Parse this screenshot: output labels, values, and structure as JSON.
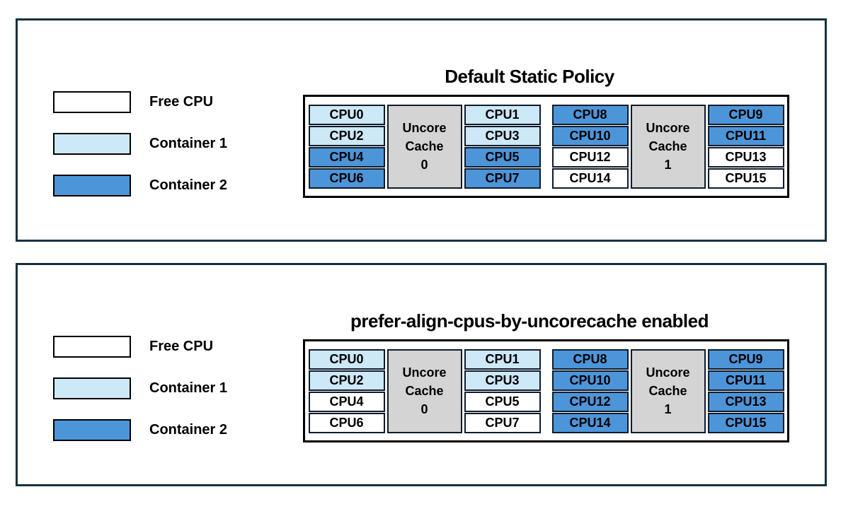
{
  "colors": {
    "free": "#ffffff",
    "container1": "#cde8f7",
    "container2": "#4d95d9",
    "uncore_cache": "#d4d4d4",
    "panel_border": "#16323e",
    "cell_border": "#0e1b2a"
  },
  "legend": {
    "items": [
      {
        "label": "Free CPU",
        "state": "free"
      },
      {
        "label": "Container 1",
        "state": "container1"
      },
      {
        "label": "Container 2",
        "state": "container2"
      }
    ]
  },
  "panels": [
    {
      "title": "Default Static Policy",
      "groups": [
        {
          "cache_lines": [
            "Uncore",
            "Cache",
            "0"
          ],
          "left_cpus": [
            {
              "label": "CPU0",
              "state": "container1"
            },
            {
              "label": "CPU2",
              "state": "container1"
            },
            {
              "label": "CPU4",
              "state": "container2"
            },
            {
              "label": "CPU6",
              "state": "container2"
            }
          ],
          "right_cpus": [
            {
              "label": "CPU1",
              "state": "container1"
            },
            {
              "label": "CPU3",
              "state": "container1"
            },
            {
              "label": "CPU5",
              "state": "container2"
            },
            {
              "label": "CPU7",
              "state": "container2"
            }
          ]
        },
        {
          "cache_lines": [
            "Uncore",
            "Cache",
            "1"
          ],
          "left_cpus": [
            {
              "label": "CPU8",
              "state": "container2"
            },
            {
              "label": "CPU10",
              "state": "container2"
            },
            {
              "label": "CPU12",
              "state": "free"
            },
            {
              "label": "CPU14",
              "state": "free"
            }
          ],
          "right_cpus": [
            {
              "label": "CPU9",
              "state": "container2"
            },
            {
              "label": "CPU11",
              "state": "container2"
            },
            {
              "label": "CPU13",
              "state": "free"
            },
            {
              "label": "CPU15",
              "state": "free"
            }
          ]
        }
      ]
    },
    {
      "title": "prefer-align-cpus-by-uncorecache enabled",
      "groups": [
        {
          "cache_lines": [
            "Uncore",
            "Cache",
            "0"
          ],
          "left_cpus": [
            {
              "label": "CPU0",
              "state": "container1"
            },
            {
              "label": "CPU2",
              "state": "container1"
            },
            {
              "label": "CPU4",
              "state": "free"
            },
            {
              "label": "CPU6",
              "state": "free"
            }
          ],
          "right_cpus": [
            {
              "label": "CPU1",
              "state": "container1"
            },
            {
              "label": "CPU3",
              "state": "container1"
            },
            {
              "label": "CPU5",
              "state": "free"
            },
            {
              "label": "CPU7",
              "state": "free"
            }
          ]
        },
        {
          "cache_lines": [
            "Uncore",
            "Cache",
            "1"
          ],
          "left_cpus": [
            {
              "label": "CPU8",
              "state": "container2"
            },
            {
              "label": "CPU10",
              "state": "container2"
            },
            {
              "label": "CPU12",
              "state": "container2"
            },
            {
              "label": "CPU14",
              "state": "container2"
            }
          ],
          "right_cpus": [
            {
              "label": "CPU9",
              "state": "container2"
            },
            {
              "label": "CPU11",
              "state": "container2"
            },
            {
              "label": "CPU13",
              "state": "container2"
            },
            {
              "label": "CPU15",
              "state": "container2"
            }
          ]
        }
      ]
    }
  ]
}
